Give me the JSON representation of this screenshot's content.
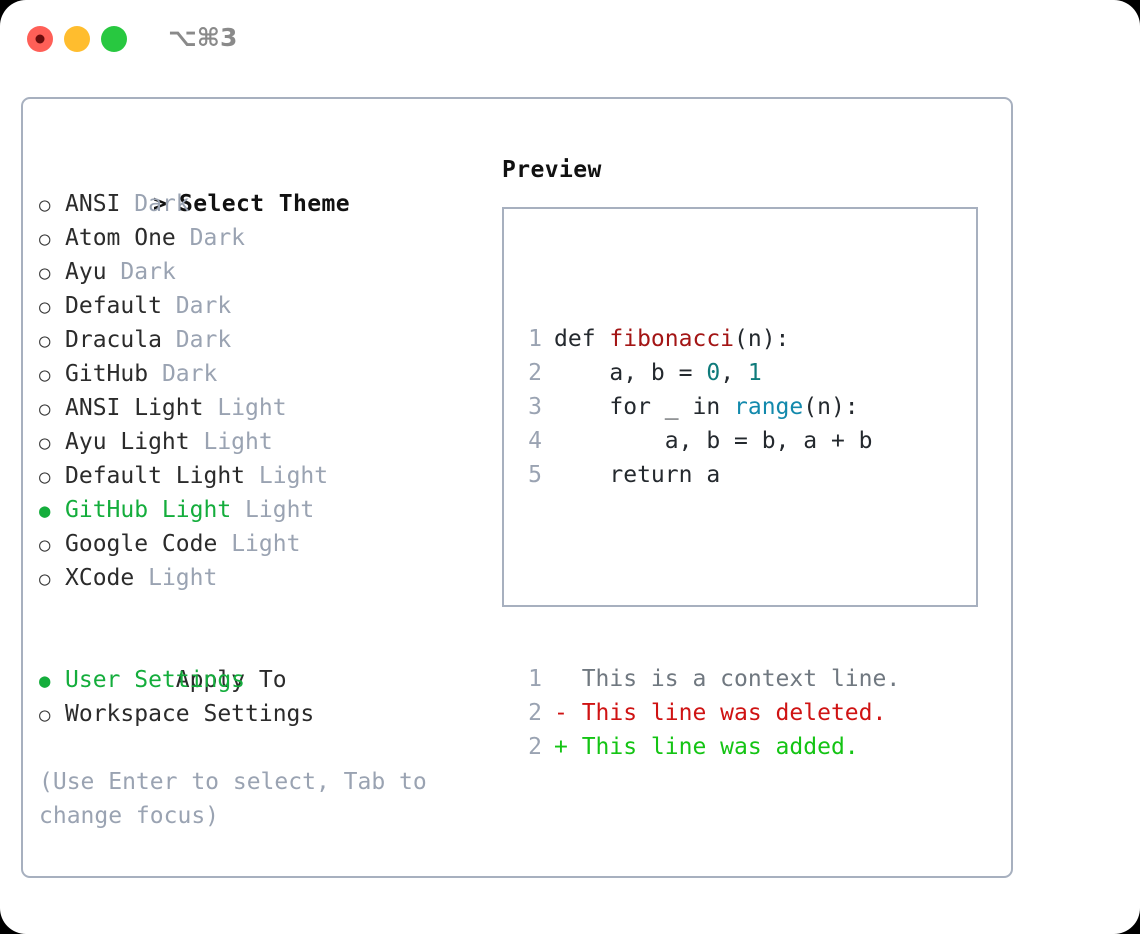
{
  "window": {
    "shortcut_label": "⌥⌘3",
    "traffic_lights": [
      {
        "name": "close",
        "color": "#ff5f57"
      },
      {
        "name": "minimize",
        "color": "#ffbd2e"
      },
      {
        "name": "maximize",
        "color": "#28c840"
      }
    ]
  },
  "colors": {
    "border": "#a7b0bf",
    "selected_green": "#14ad3c",
    "muted": "#9aa3b2",
    "text": "#2b2b2b",
    "syntax_function": "#a31515",
    "syntax_number": "#0f7b7b",
    "syntax_builtin": "#1289ac",
    "diff_deleted": "#cf1313",
    "diff_added": "#14c414",
    "diff_context": "#707880"
  },
  "theme_picker": {
    "heading_prefix": ">",
    "heading": "Select Theme",
    "items": [
      {
        "name": "ANSI",
        "tag": "Dark",
        "selected": false
      },
      {
        "name": "Atom One",
        "tag": "Dark",
        "selected": false
      },
      {
        "name": "Ayu",
        "tag": "Dark",
        "selected": false
      },
      {
        "name": "Default",
        "tag": "Dark",
        "selected": false
      },
      {
        "name": "Dracula",
        "tag": "Dark",
        "selected": false
      },
      {
        "name": "GitHub",
        "tag": "Dark",
        "selected": false
      },
      {
        "name": "ANSI Light",
        "tag": "Light",
        "selected": false
      },
      {
        "name": "Ayu Light",
        "tag": "Light",
        "selected": false
      },
      {
        "name": "Default Light",
        "tag": "Light",
        "selected": false
      },
      {
        "name": "GitHub Light",
        "tag": "Light",
        "selected": true
      },
      {
        "name": "Google Code",
        "tag": "Light",
        "selected": false
      },
      {
        "name": "XCode",
        "tag": "Light",
        "selected": false
      }
    ]
  },
  "apply_to": {
    "heading": "Apply To",
    "items": [
      {
        "name": "User Settings",
        "selected": true
      },
      {
        "name": "Workspace Settings",
        "selected": false
      }
    ]
  },
  "hint": "(Use Enter to select, Tab to change focus)",
  "preview": {
    "title": "Preview",
    "code_lines": [
      {
        "num": "1",
        "tokens": [
          {
            "t": "def ",
            "c": "plain"
          },
          {
            "t": "fibonacci",
            "c": "fn"
          },
          {
            "t": "(n):",
            "c": "plain"
          }
        ]
      },
      {
        "num": "2",
        "tokens": [
          {
            "t": "    a, b = ",
            "c": "plain"
          },
          {
            "t": "0",
            "c": "num"
          },
          {
            "t": ", ",
            "c": "plain"
          },
          {
            "t": "1",
            "c": "num"
          }
        ]
      },
      {
        "num": "3",
        "tokens": [
          {
            "t": "    for _ in ",
            "c": "plain"
          },
          {
            "t": "range",
            "c": "kwfn"
          },
          {
            "t": "(n):",
            "c": "plain"
          }
        ]
      },
      {
        "num": "4",
        "tokens": [
          {
            "t": "        a, b = b, a + b",
            "c": "plain"
          }
        ]
      },
      {
        "num": "5",
        "tokens": [
          {
            "t": "    return a",
            "c": "plain"
          }
        ]
      }
    ],
    "diff_lines": [
      {
        "num": "1",
        "marker": " ",
        "text": "  This is a context line.",
        "kind": "ctx"
      },
      {
        "num": "2",
        "marker": "-",
        "text": "- This line was deleted.",
        "kind": "del"
      },
      {
        "num": "2",
        "marker": "+",
        "text": "+ This line was added.",
        "kind": "add"
      }
    ]
  }
}
